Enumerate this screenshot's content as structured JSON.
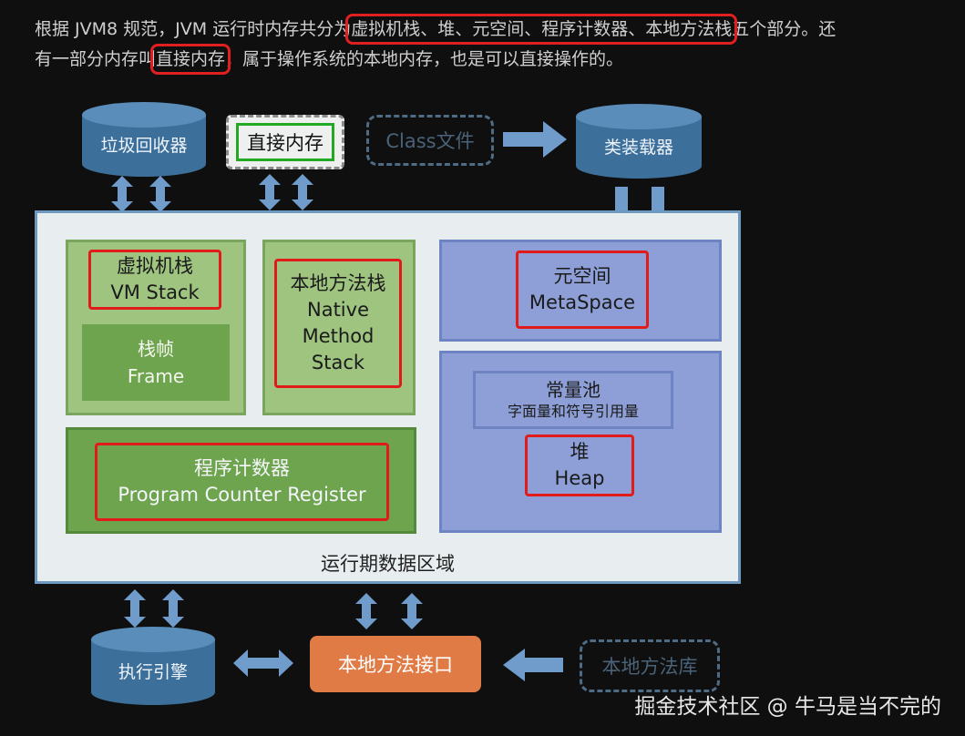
{
  "paragraph": {
    "line1_prefix": "根据 JVM8 规范，JVM 运行时内存共分为",
    "line1_highlight": "虚拟机栈、堆、元空间、程序计数器、本地方法栈",
    "line1_suffix": "五个部分。还",
    "line2_prefix": "有一部分内存叫",
    "line2_highlight": "直接内存",
    "line2_suffix": "，属于操作系统的本地内存，也是可以直接操作的。"
  },
  "diagram": {
    "gc": "垃圾回收器",
    "direct_memory": "直接内存",
    "class_file": "Class文件",
    "class_loader": "类装载器",
    "vm_stack": [
      "虚拟机栈",
      "VM Stack"
    ],
    "frame": [
      "栈帧",
      "Frame"
    ],
    "native_stack": [
      "本地方法栈",
      "Native",
      "Method",
      "Stack"
    ],
    "metaspace": [
      "元空间",
      "MetaSpace"
    ],
    "constant_pool": [
      "常量池",
      "字面量和符号引用量"
    ],
    "heap": [
      "堆",
      "Heap"
    ],
    "pc_register": [
      "程序计数器",
      "Program Counter Register"
    ],
    "runtime_area": "运行期数据区域",
    "exec_engine": "执行引擎",
    "native_interface": "本地方法接口",
    "native_library": "本地方法库"
  },
  "colors": {
    "highlight_red": "#e11a1a",
    "direct_memory_green": "#23a823",
    "interface_orange": "#e17b45",
    "arrow_blue": "#6f9ccb"
  },
  "footer": "掘金技术社区 @ 牛马是当不完的"
}
